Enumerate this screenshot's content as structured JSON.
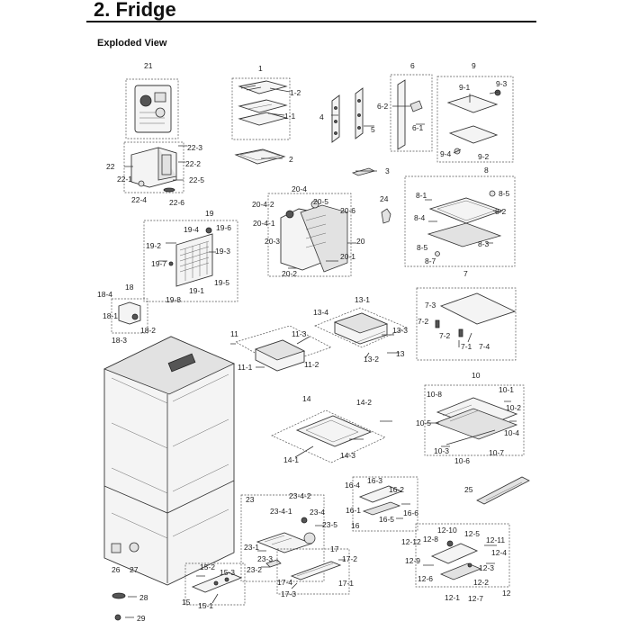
{
  "header": {
    "title": "2.  Fridge",
    "subtitle": "Exploded View"
  },
  "labels": {
    "l1": "1",
    "l1_1": "1-1",
    "l1_2": "1-2",
    "l2": "2",
    "l3": "3",
    "l4": "4",
    "l5": "5",
    "l6": "6",
    "l6_1": "6-1",
    "l6_2": "6-2",
    "l7": "7",
    "l7_1": "7-1",
    "l7_2a": "7-2",
    "l7_2b": "7-2",
    "l7_3": "7-3",
    "l7_4": "7-4",
    "l8": "8",
    "l8_1": "8-1",
    "l8_2": "8-2",
    "l8_3": "8-3",
    "l8_4": "8-4",
    "l8_5a": "8-5",
    "l8_5b": "8-5",
    "l8_7": "8-7",
    "l9": "9",
    "l9_1": "9-1",
    "l9_2": "9-2",
    "l9_3": "9-3",
    "l9_4": "9-4",
    "l10": "10",
    "l10_1": "10-1",
    "l10_2": "10-2",
    "l10_3": "10-3",
    "l10_4": "10-4",
    "l10_5": "10-5",
    "l10_6": "10-6",
    "l10_7": "10-7",
    "l10_8": "10-8",
    "l11": "11",
    "l11_1": "11-1",
    "l11_2": "11-2",
    "l11_3": "11-3",
    "l12": "12",
    "l12_1": "12-1",
    "l12_2": "12-2",
    "l12_3": "12-3",
    "l12_4": "12-4",
    "l12_5": "12-5",
    "l12_6": "12-6",
    "l12_7": "12-7",
    "l12_8": "12-8",
    "l12_9": "12-9",
    "l12_10": "12-10",
    "l12_11": "12-11",
    "l12_12": "12-12",
    "l13": "13",
    "l13_1": "13-1",
    "l13_2": "13-2",
    "l13_3": "13-3",
    "l13_4": "13-4",
    "l14": "14",
    "l14_1": "14-1",
    "l14_2": "14-2",
    "l14_3": "14-3",
    "l15": "15",
    "l15_1": "15-1",
    "l15_2": "15-2",
    "l15_3": "15-3",
    "l16": "16",
    "l16_1": "16-1",
    "l16_2": "16-2",
    "l16_3": "16-3",
    "l16_4": "16-4",
    "l16_5": "16-5",
    "l16_6": "16-6",
    "l17": "17",
    "l17_1": "17-1",
    "l17_2": "17-2",
    "l17_3": "17-3",
    "l17_4": "17-4",
    "l18": "18",
    "l18_1": "18-1",
    "l18_2": "18-2",
    "l18_3": "18-3",
    "l18_4": "18-4",
    "l19": "19",
    "l19_1": "19-1",
    "l19_2": "19-2",
    "l19_3": "19-3",
    "l19_4": "19-4",
    "l19_5": "19-5",
    "l19_6": "19-6",
    "l19_7": "19-7",
    "l19_8": "19-8",
    "l20": "20",
    "l20_1": "20-1",
    "l20_2": "20-2",
    "l20_3": "20-3",
    "l20_4": "20-4",
    "l20_4_1": "20-4-1",
    "l20_4_2": "20-4-2",
    "l20_5": "20-5",
    "l20_6": "20-6",
    "l21": "21",
    "l22": "22",
    "l22_1": "22-1",
    "l22_2": "22-2",
    "l22_3": "22-3",
    "l22_4": "22-4",
    "l22_5": "22-5",
    "l22_6": "22-6",
    "l23": "23",
    "l23_1": "23-1",
    "l23_2": "23-2",
    "l23_3": "23-3",
    "l23_4": "23-4",
    "l23_4_1": "23-4-1",
    "l23_4_2": "23-4-2",
    "l23_5": "23-5",
    "l24": "24",
    "l25": "25",
    "l26": "26",
    "l27": "27",
    "l28": "28",
    "l29": "29"
  }
}
